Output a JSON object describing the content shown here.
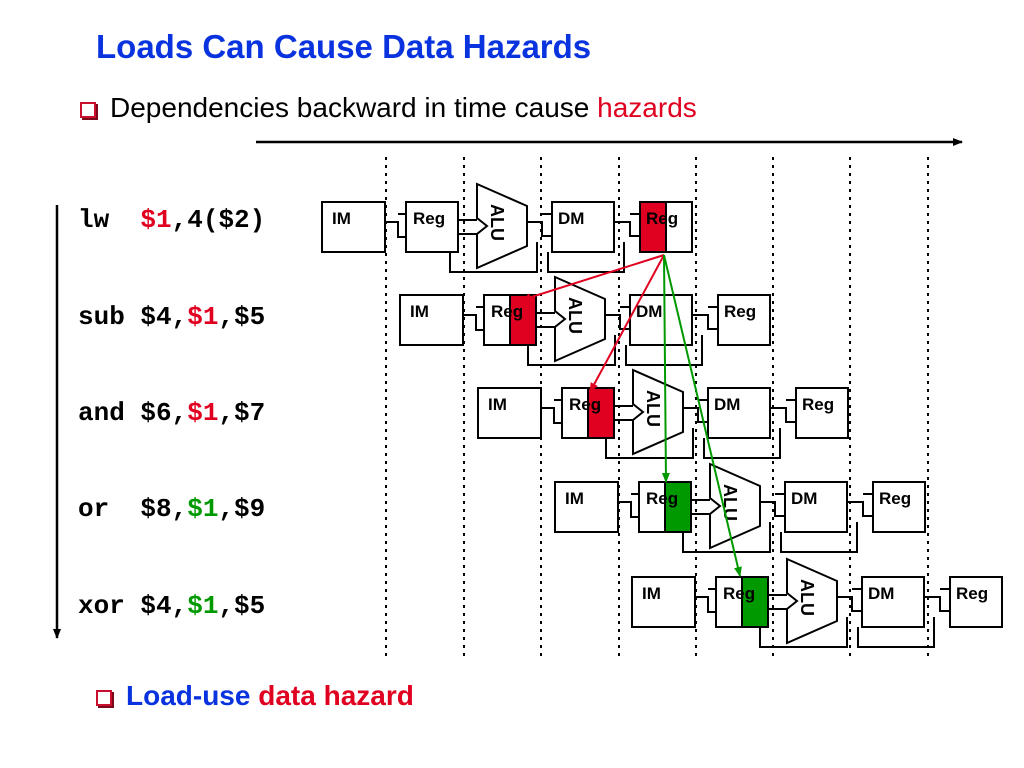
{
  "slide": {
    "title": "Loads Can Cause Data Hazards",
    "bullet1_text": "Dependencies backward in time cause ",
    "bullet1_highlight": "hazards",
    "bullet2_text": "Load-use ",
    "bullet2_highlight": "data hazard"
  },
  "instructions": [
    {
      "op": "lw  ",
      "dep": "$1",
      "rest_pre": "",
      "rest_post": ",4($2)",
      "dep_color": "red"
    },
    {
      "op": "sub ",
      "dep": "$1",
      "rest_pre": "$4,",
      "rest_post": ",$5",
      "dep_color": "red"
    },
    {
      "op": "and ",
      "dep": "$1",
      "rest_pre": "$6,",
      "rest_post": ",$7",
      "dep_color": "red"
    },
    {
      "op": "or  ",
      "dep": "$1",
      "rest_pre": "$8,",
      "rest_post": ",$9",
      "dep_color": "green"
    },
    {
      "op": "xor ",
      "dep": "$1",
      "rest_pre": "$4,",
      "rest_post": ",$5",
      "dep_color": "green"
    }
  ],
  "stage_labels": {
    "im": "IM",
    "reg": "Reg",
    "alu": "ALU",
    "dm": "DM"
  },
  "colors": {
    "title": "#0a33e0",
    "hazard_red": "#e00020",
    "forward_green": "#009900",
    "bullet": "#c8102e"
  }
}
